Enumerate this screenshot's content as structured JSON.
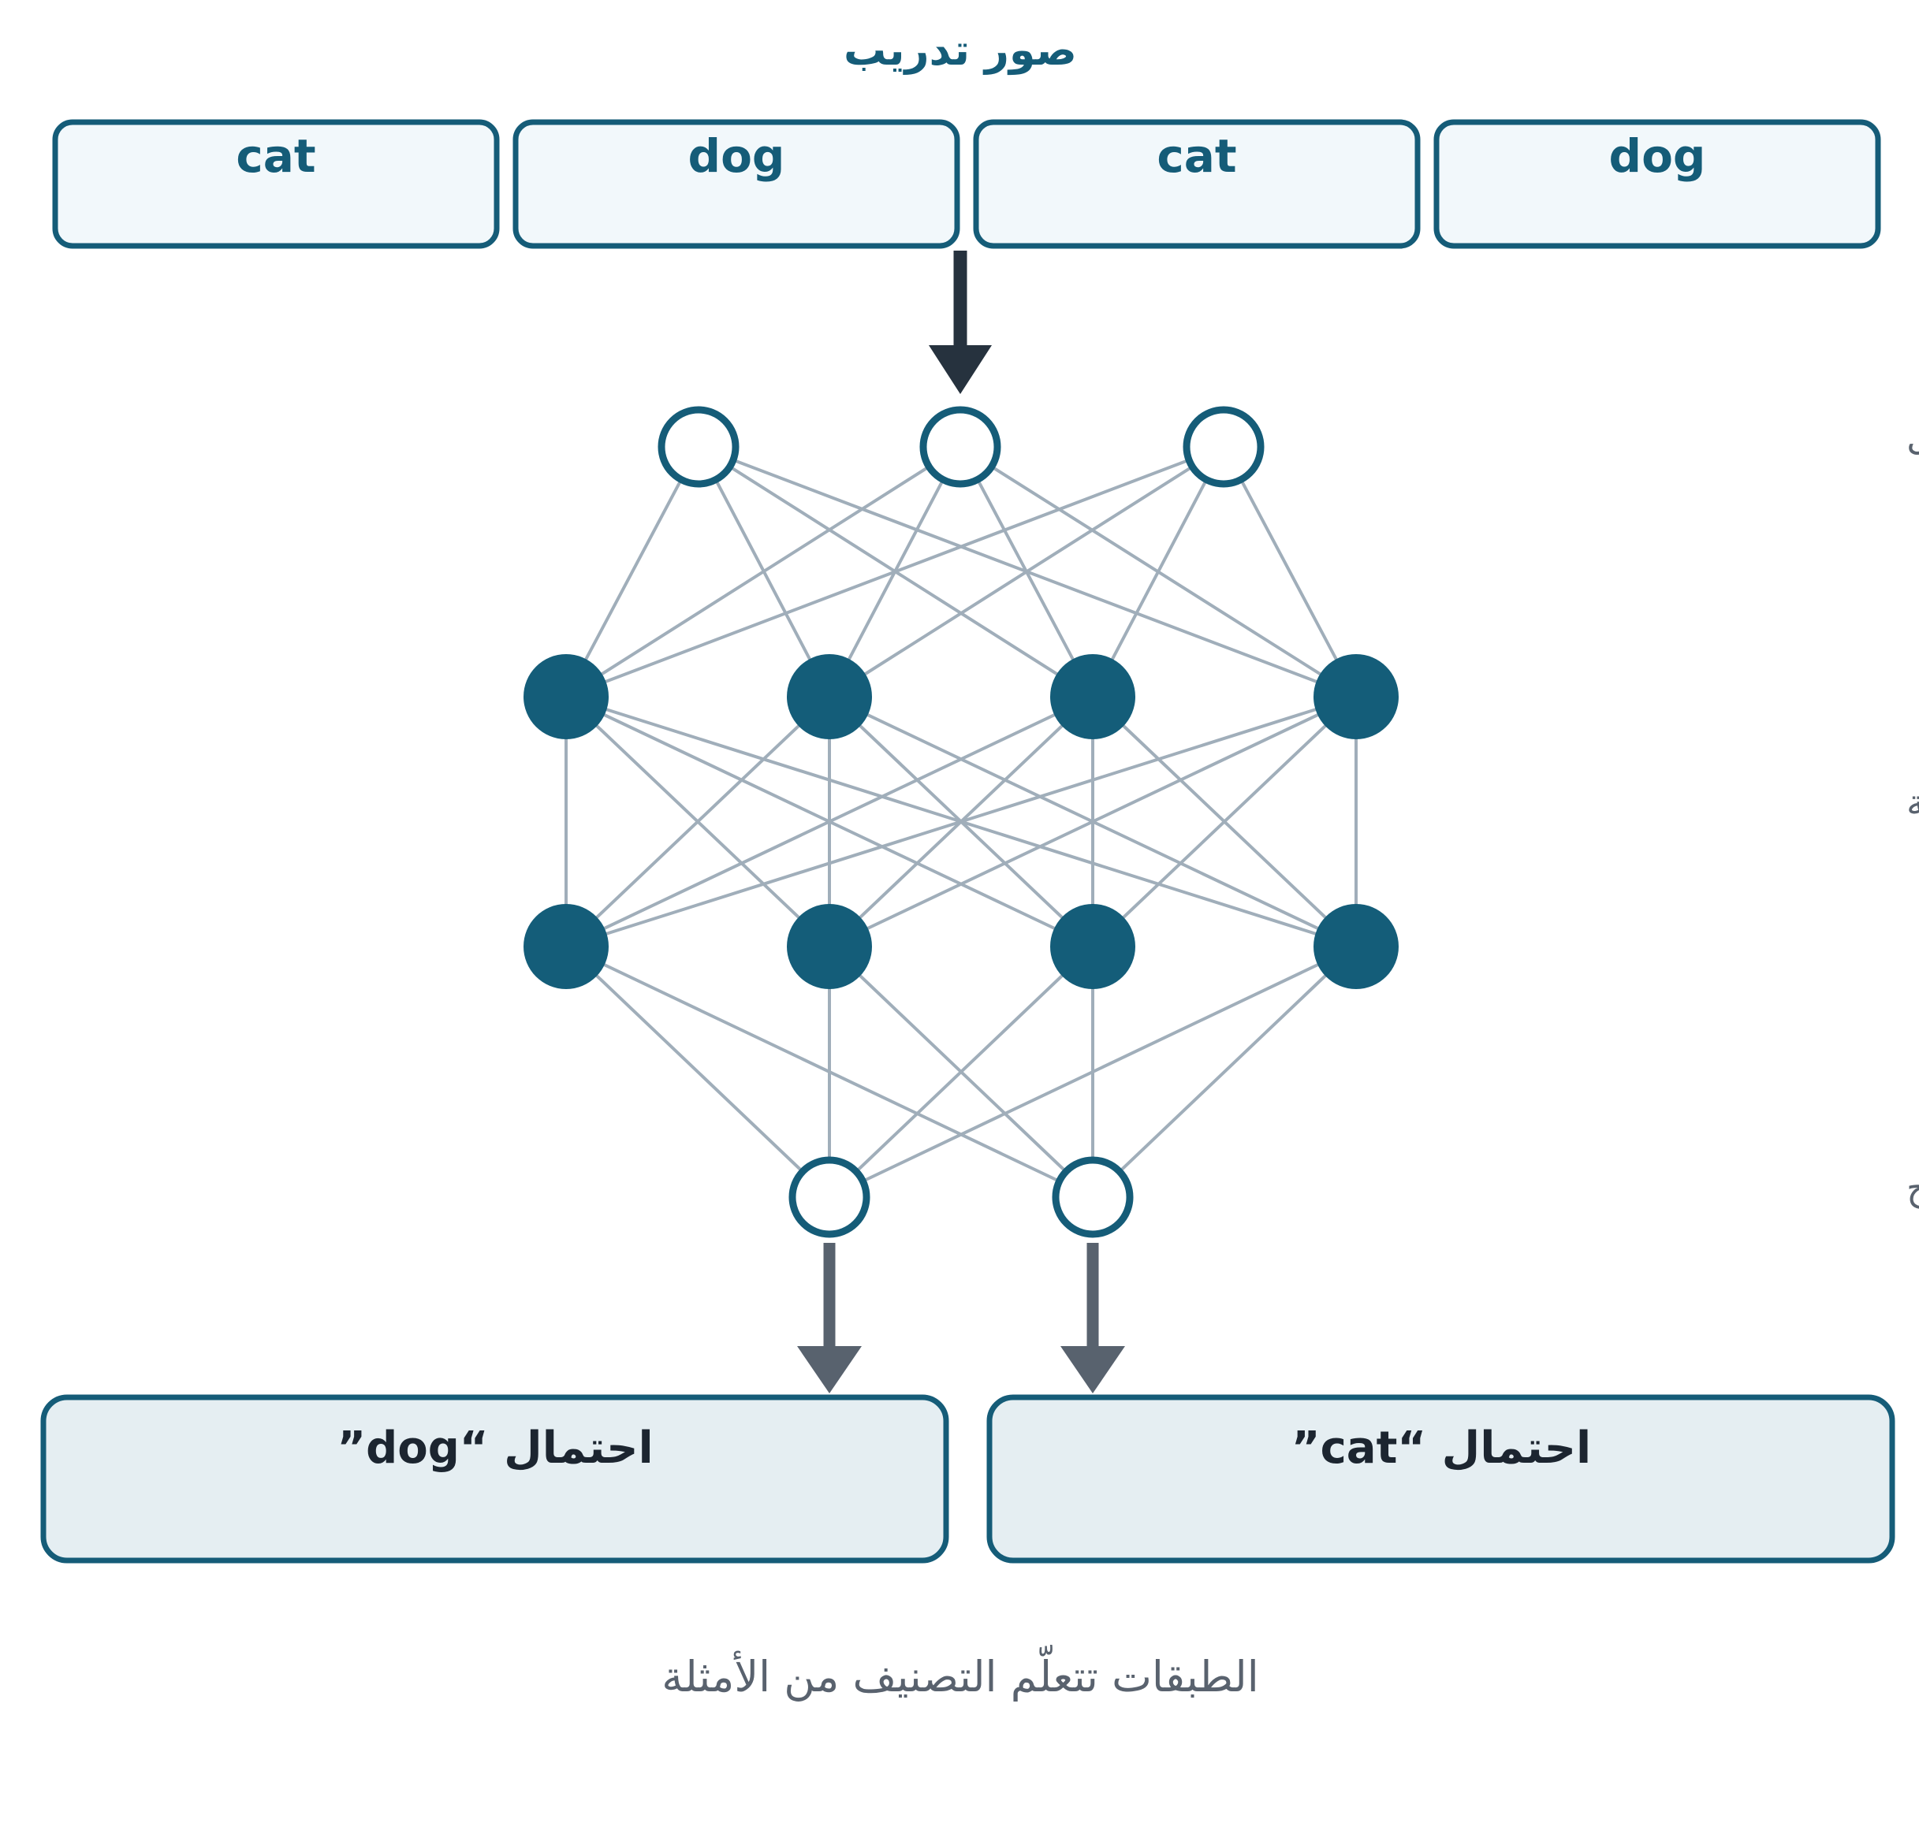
{
  "title": "صور تدريب",
  "training_images": [
    "cat",
    "dog",
    "cat",
    "dog"
  ],
  "layers": {
    "input": "طبقة الإدخال",
    "hidden": "الطبقات الخفية",
    "output": "طبقة الإخراج"
  },
  "outputs": [
    "احتمال “dog”",
    "احتمال “cat”"
  ],
  "caption": "الطبقات تتعلّم التصنيف من الأمثلة",
  "colors": {
    "primary": "#155c78",
    "edge": "#a0aeba",
    "label": "#59626e"
  }
}
